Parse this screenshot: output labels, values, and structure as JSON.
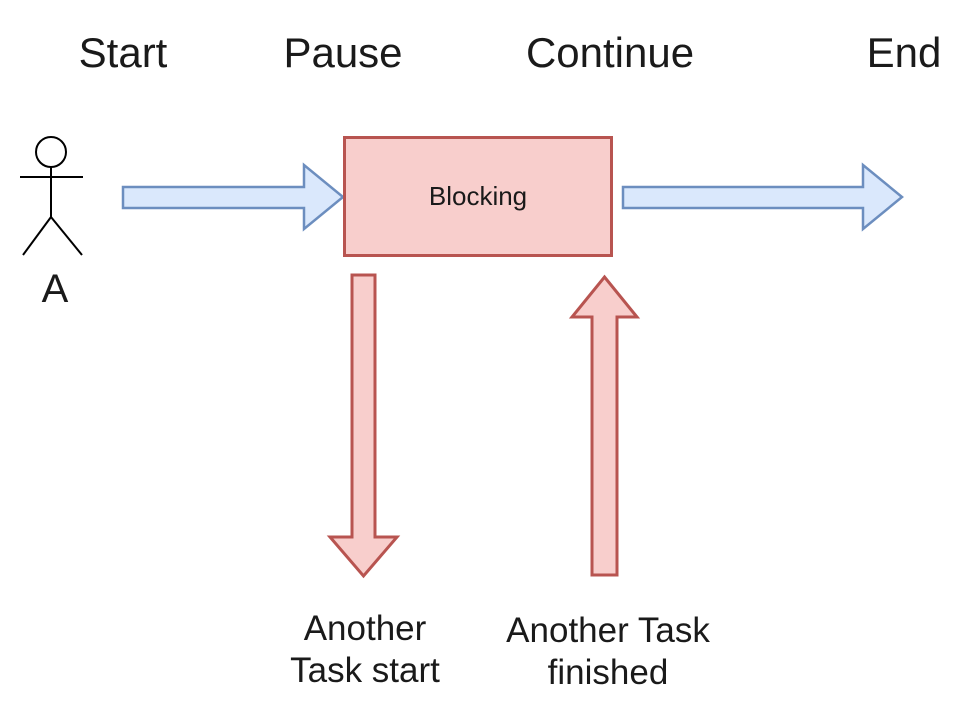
{
  "diagram": {
    "phase_labels": [
      {
        "label": "Start"
      },
      {
        "label": "Pause"
      },
      {
        "label": "Continue"
      },
      {
        "label": "End"
      }
    ],
    "actor": {
      "name": "A"
    },
    "blocking_box": {
      "label": "Blocking"
    },
    "annotations": {
      "down_arrow_label": "Another\nTask start",
      "up_arrow_label": "Another Task\nfinished"
    },
    "colors": {
      "blue_fill": "#dae8fc",
      "blue_stroke": "#6c8ebf",
      "red_fill": "#f8cecc",
      "red_stroke": "#b85450",
      "actor_stroke": "#000000",
      "text": "#1a1a1a"
    }
  }
}
